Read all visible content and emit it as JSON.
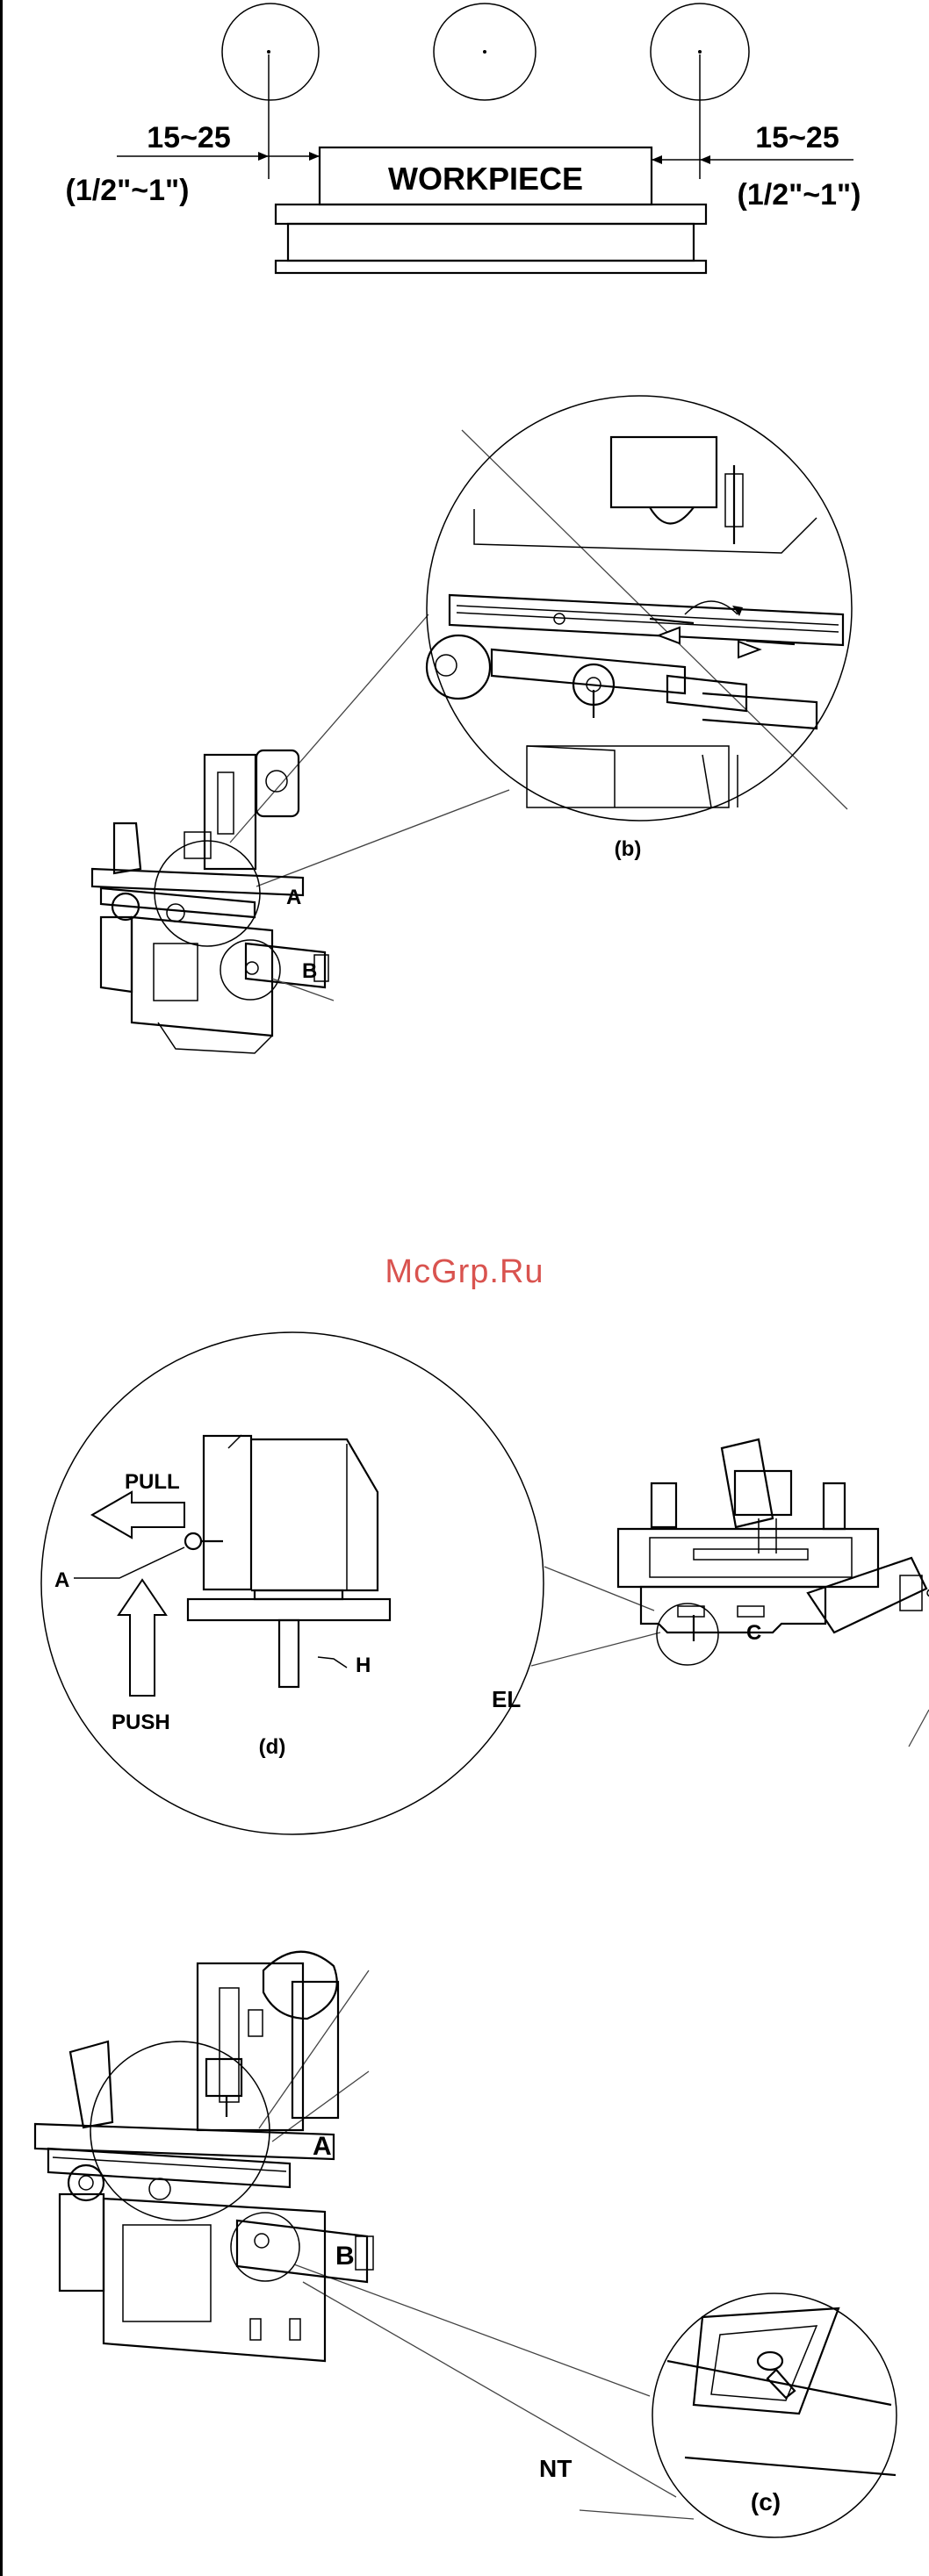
{
  "fig1": {
    "left_dim": "15~25",
    "left_dim_inch": "(1/2\"~1\")",
    "right_dim": "15~25",
    "right_dim_inch": "(1/2\"~1\")",
    "workpiece_label": "WORKPIECE"
  },
  "fig2": {
    "label_a": "A",
    "label_b": "B",
    "caption": "(b)"
  },
  "watermark": "McGrp.Ru",
  "fig3": {
    "pull_label": "PULL",
    "push_label": "PUSH",
    "label_a": "A",
    "label_h": "H",
    "caption": "(d)",
    "label_c": "C",
    "cut_text": "EL"
  },
  "fig4": {
    "label_a": "A",
    "label_b": "B",
    "caption": "(c)",
    "cut_text": "NT"
  }
}
